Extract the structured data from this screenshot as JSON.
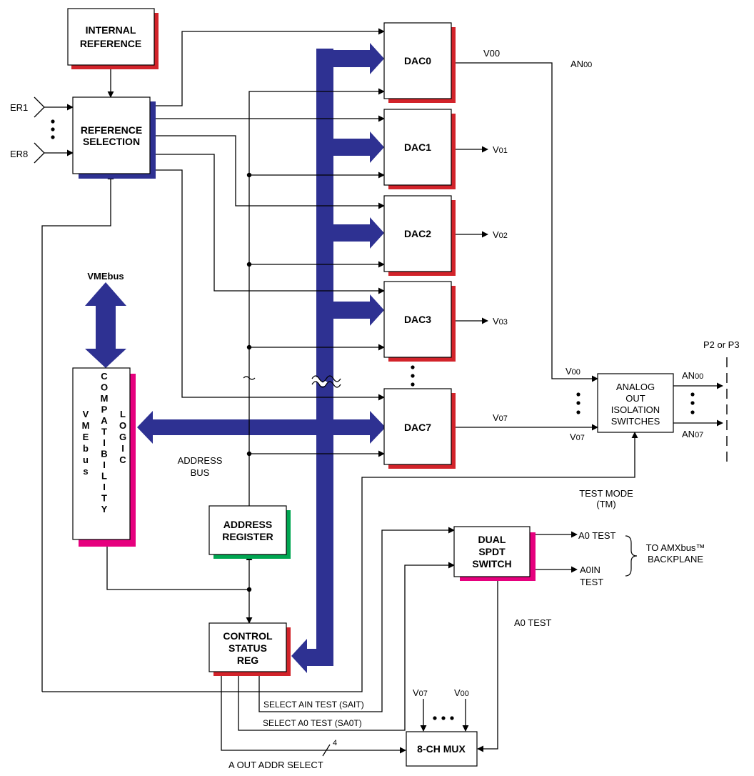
{
  "blocks": {
    "internal_reference": [
      "INTERNAL",
      "REFERENCE"
    ],
    "reference_selection": [
      "REFERENCE",
      "SELECTION"
    ],
    "dac0": "DAC0",
    "dac1": "DAC1",
    "dac2": "DAC2",
    "dac3": "DAC3",
    "dac7": "DAC7",
    "address_register": [
      "ADDRESS",
      "REGISTER"
    ],
    "control_status_reg": [
      "CONTROL",
      "STATUS",
      "REG"
    ],
    "dual_spdt_switch": [
      "DUAL",
      "SPDT",
      "SWITCH"
    ],
    "mux": "8-CH MUX",
    "analog_out": [
      "ANALOG",
      "OUT",
      "ISOLATION",
      "SWITCHES"
    ],
    "compat_vmebus": [
      "V",
      "M",
      "E",
      "b",
      "u",
      "s"
    ],
    "compat_word": [
      "C",
      "O",
      "M",
      "P",
      "A",
      "T",
      "I",
      "B",
      "I",
      "L",
      "I",
      "T",
      "Y"
    ],
    "compat_logic": [
      "L",
      "O",
      "G",
      "I",
      "C"
    ]
  },
  "labels": {
    "er1": "ER1",
    "er8": "ER8",
    "vmebus": "VMEbus",
    "address_bus": [
      "ADDRESS",
      "BUS"
    ],
    "v00": "V",
    "v00_sub": "00",
    "an00_top": "AN",
    "an00_top_sub": "00",
    "v01": "V",
    "v01_sub": "01",
    "v02": "V",
    "v02_sub": "02",
    "v03": "V",
    "v03_sub": "03",
    "v07": "V",
    "v07_sub": "07",
    "in_v00": "V",
    "in_v00_sub": "00",
    "in_v07": "V",
    "in_v07_sub": "07",
    "out_an00": "AN",
    "out_an00_sub": "00",
    "out_an07": "AN",
    "out_an07_sub": "07",
    "p2p3": "P2 or P3",
    "test_mode": [
      "TEST MODE",
      "(TM)"
    ],
    "a0_test_out": "A0 TEST",
    "a0in_test_out": [
      "A0IN",
      "TEST"
    ],
    "amx_backplane": [
      "TO AMXbus™",
      "BACKPLANE"
    ],
    "a0_test_line": "A0 TEST",
    "select_ain_test": "SELECT AIN TEST (SAIT)",
    "select_a0_test": "SELECT A0 TEST (SA0T)",
    "a_out_addr_select": "A OUT ADDR SELECT",
    "bus_width": "4",
    "mux_in_v07": "V",
    "mux_in_v07_sub": "07",
    "mux_in_v00": "V",
    "mux_in_v00_sub": "00"
  },
  "colors": {
    "bus_blue": "#2e3192",
    "shadow_red": "#d2232a",
    "shadow_blue": "#2e3192",
    "shadow_magenta": "#e6007e",
    "shadow_green": "#00a651"
  }
}
